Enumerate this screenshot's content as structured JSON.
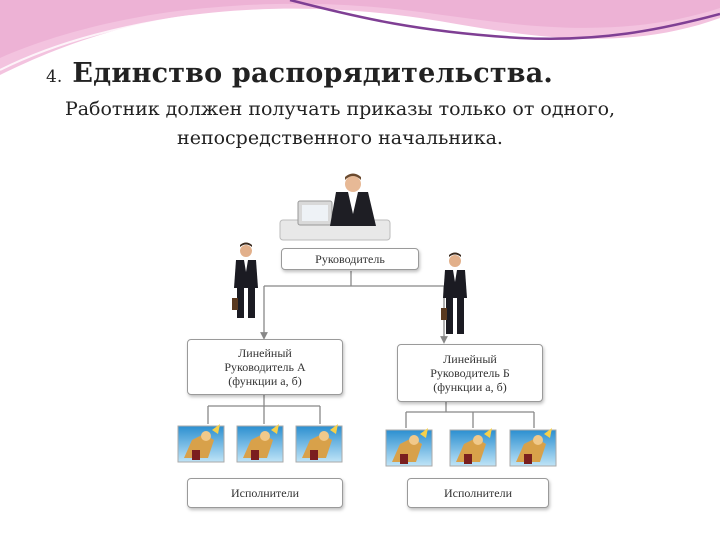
{
  "heading": {
    "number": "4.",
    "title": "Единство распорядительства."
  },
  "subtitle": "Работник должен получать приказы только от одного, непосредственного начальника.",
  "org_chart": {
    "top": {
      "label": "Руководитель"
    },
    "managers": [
      {
        "line1": "Линейный",
        "line2": "Руководитель А",
        "line3": "(функции а, б)"
      },
      {
        "line1": "Линейный",
        "line2": "Руководитель Б",
        "line3": "(функции а, б)"
      }
    ],
    "executors": [
      {
        "label": "Исполнители"
      },
      {
        "label": "Исполнители"
      }
    ]
  },
  "colors": {
    "deco_pink": "#e6a3cc",
    "deco_purple": "#7f3f94",
    "box_border": "#9a9a9a",
    "connector": "#888888"
  }
}
